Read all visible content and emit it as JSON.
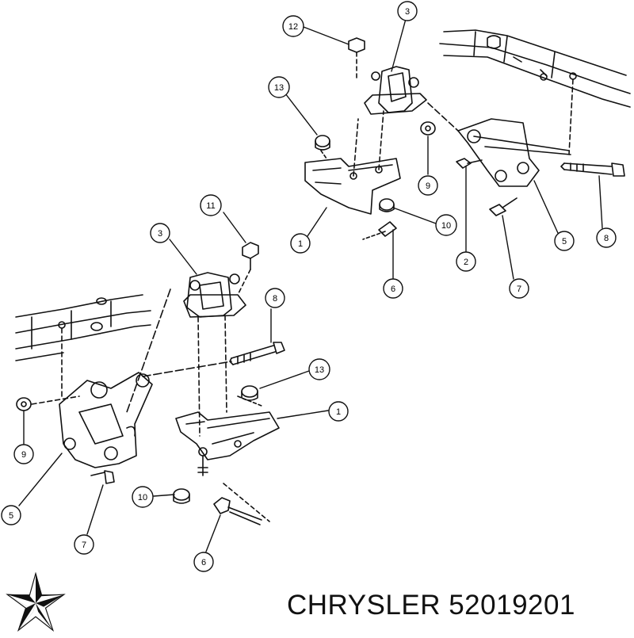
{
  "brand": {
    "name": "CHRYSLER",
    "part_number": "52019201",
    "logo_icon": "pentastar-icon"
  },
  "callouts": {
    "top": [
      "12",
      "3",
      "13",
      "9",
      "1",
      "10",
      "6",
      "2",
      "5",
      "7",
      "8"
    ],
    "bottom": [
      "11",
      "3",
      "8",
      "13",
      "1",
      "9",
      "5",
      "10",
      "7",
      "6"
    ]
  },
  "colors": {
    "ink": "#111111",
    "paper": "#ffffff"
  }
}
